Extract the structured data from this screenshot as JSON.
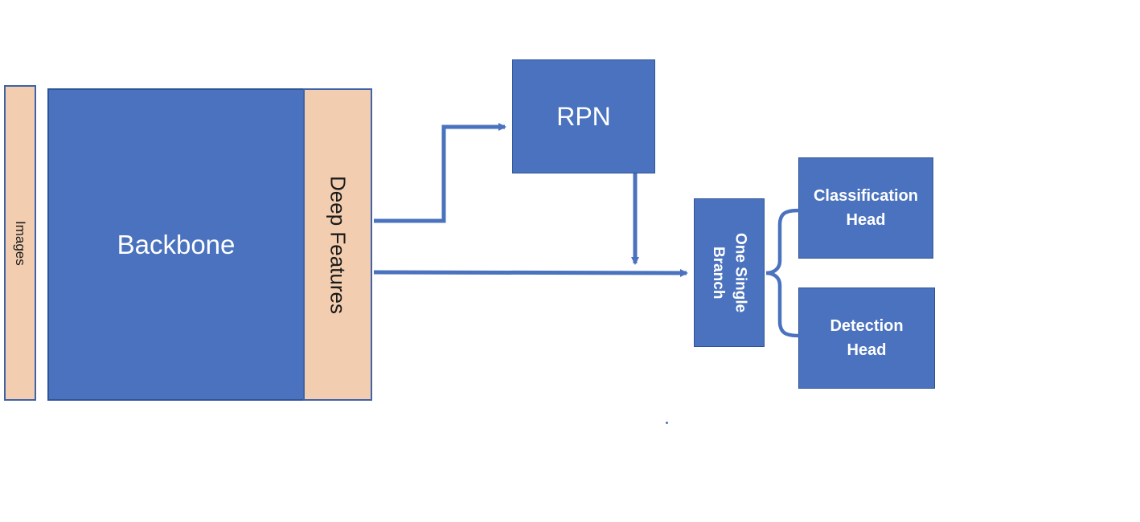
{
  "diagram": {
    "images_label": "Images",
    "backbone_label": "Backbone",
    "deep_features_label": "Deep Features",
    "rpn_label": "RPN",
    "branch_label": "One Single\nBranch",
    "classification_head_label": "Classification\nHead",
    "detection_head_label": "Detection\nHead"
  },
  "colors": {
    "block_blue": "#4a72be",
    "block_border": "#2f5597",
    "feature_peach": "#f2cdb0",
    "connector": "#4a72be"
  }
}
